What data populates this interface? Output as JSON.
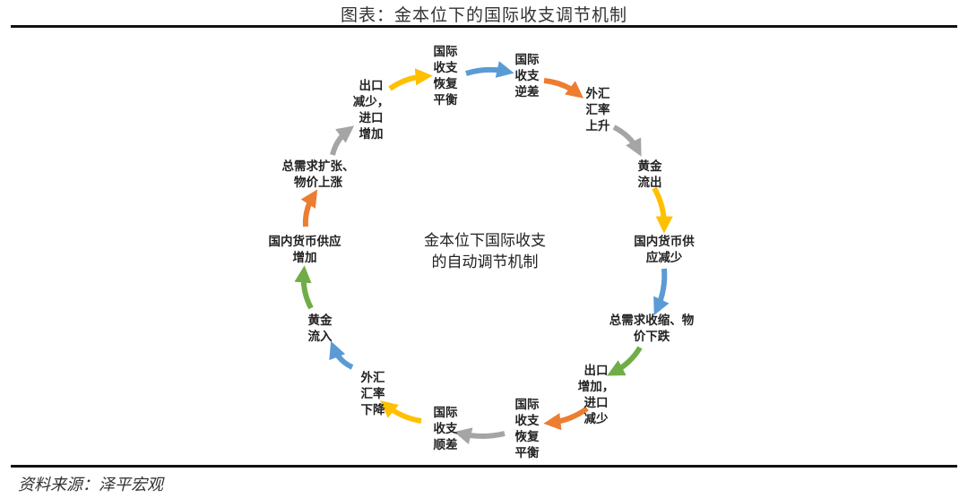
{
  "title": "图表：金本位下的国际收支调节机制",
  "source": "资料来源：泽平宏观",
  "center_label": [
    "金本位下国际收支",
    "的自动调节机制"
  ],
  "nodes": [
    {
      "id": "n1",
      "lines": [
        "国际",
        "收支",
        "恢复",
        "平衡"
      ]
    },
    {
      "id": "n2",
      "lines": [
        "国际",
        "收支",
        "逆差"
      ]
    },
    {
      "id": "n3",
      "lines": [
        "外汇",
        "汇率",
        "上升"
      ]
    },
    {
      "id": "n4",
      "lines": [
        "黄金",
        "流出"
      ]
    },
    {
      "id": "n5",
      "lines": [
        "国内货币供",
        "应减少"
      ]
    },
    {
      "id": "n6",
      "lines": [
        "总需求收缩、物",
        "价下跌"
      ]
    },
    {
      "id": "n7",
      "lines": [
        "出口",
        "增加，",
        "进口",
        "减少"
      ]
    },
    {
      "id": "n8",
      "lines": [
        "国际",
        "收支",
        "恢复",
        "平衡"
      ]
    },
    {
      "id": "n9",
      "lines": [
        "国际",
        "收支",
        "顺差"
      ]
    },
    {
      "id": "n10",
      "lines": [
        "外汇",
        "汇率",
        "下降"
      ]
    },
    {
      "id": "n11",
      "lines": [
        "黄金",
        "流入"
      ]
    },
    {
      "id": "n12",
      "lines": [
        "国内货币供应",
        "增加"
      ]
    },
    {
      "id": "n13",
      "lines": [
        "总需求扩张、",
        "物价上涨"
      ]
    },
    {
      "id": "n14",
      "lines": [
        "出口",
        "减少，",
        "进口",
        "增加"
      ]
    }
  ],
  "arrow_colors": [
    "#5b9bd5",
    "#ed7d31",
    "#a5a5a5",
    "#ffc000",
    "#5b9bd5",
    "#70ad47",
    "#ed7d31",
    "#a5a5a5",
    "#ffc000",
    "#5b9bd5",
    "#70ad47",
    "#ed7d31",
    "#a5a5a5",
    "#ffc000"
  ]
}
